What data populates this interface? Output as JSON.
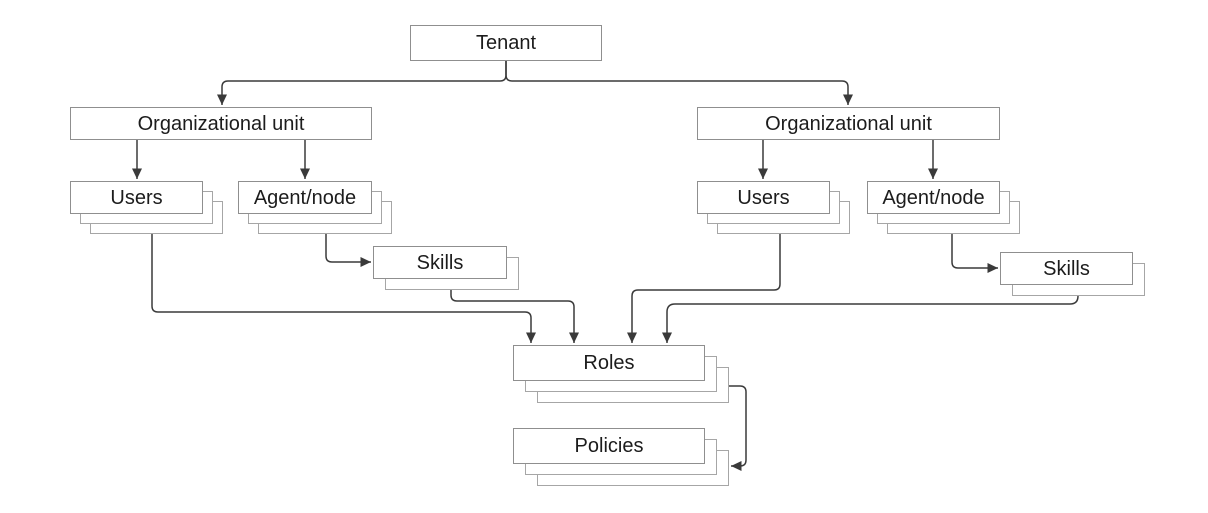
{
  "diagram": {
    "type": "hierarchy-flowchart",
    "background_color": "#ffffff",
    "box_border_color": "#8f8f8f",
    "stack_sheet_border_color": "#a6a6a6",
    "connector_color": "#3a3a3a",
    "text_color": "#1c1c1c",
    "nodes": {
      "tenant": {
        "label": "Tenant",
        "stack_sheets": 1
      },
      "org_unit_left": {
        "label": "Organizational unit",
        "stack_sheets": 1
      },
      "users_left": {
        "label": "Users",
        "stack_sheets": 3
      },
      "agent_node_left": {
        "label": "Agent/node",
        "stack_sheets": 3
      },
      "skills_left": {
        "label": "Skills",
        "stack_sheets": 2
      },
      "org_unit_right": {
        "label": "Organizational unit",
        "stack_sheets": 1
      },
      "users_right": {
        "label": "Users",
        "stack_sheets": 3
      },
      "agent_node_right": {
        "label": "Agent/node",
        "stack_sheets": 3
      },
      "skills_right": {
        "label": "Skills",
        "stack_sheets": 2
      },
      "roles": {
        "label": "Roles",
        "stack_sheets": 3
      },
      "policies": {
        "label": "Policies",
        "stack_sheets": 3
      }
    },
    "edges": [
      {
        "from": "tenant",
        "to": "org_unit_left"
      },
      {
        "from": "tenant",
        "to": "org_unit_right"
      },
      {
        "from": "org_unit_left",
        "to": "users_left"
      },
      {
        "from": "org_unit_left",
        "to": "agent_node_left"
      },
      {
        "from": "agent_node_left",
        "to": "skills_left"
      },
      {
        "from": "org_unit_right",
        "to": "users_right"
      },
      {
        "from": "org_unit_right",
        "to": "agent_node_right"
      },
      {
        "from": "agent_node_right",
        "to": "skills_right"
      },
      {
        "from": "users_left",
        "to": "roles"
      },
      {
        "from": "skills_left",
        "to": "roles"
      },
      {
        "from": "users_right",
        "to": "roles"
      },
      {
        "from": "skills_right",
        "to": "roles"
      },
      {
        "from": "roles",
        "to": "policies"
      }
    ]
  }
}
